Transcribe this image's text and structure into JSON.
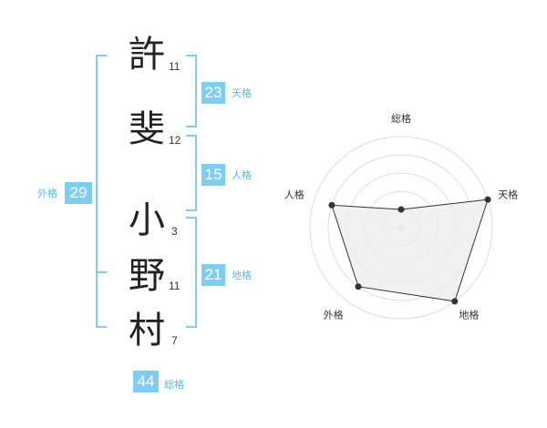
{
  "name": {
    "characters": [
      {
        "char": "許",
        "strokes": "11"
      },
      {
        "char": "斐",
        "strokes": "12"
      },
      {
        "char": "小",
        "strokes": "3"
      },
      {
        "char": "野",
        "strokes": "11"
      },
      {
        "char": "村",
        "strokes": "7"
      }
    ]
  },
  "kaku": {
    "tenkaku": {
      "value": "23",
      "label": "天格"
    },
    "jinkaku": {
      "value": "15",
      "label": "人格"
    },
    "chikaku": {
      "value": "21",
      "label": "地格"
    },
    "gaikaku": {
      "value": "29",
      "label": "外格"
    },
    "soukaku": {
      "value": "44",
      "label": "総格"
    }
  },
  "chart_data": {
    "type": "radar",
    "axes": [
      "総格",
      "天格",
      "地格",
      "外格",
      "人格"
    ],
    "levels": 5,
    "values": [
      1,
      5,
      5,
      4,
      4
    ],
    "max": 5
  },
  "colors": {
    "accent": "#7ecef4",
    "accent_text": "#56b9ec",
    "radar_fill": "#eeeeee",
    "radar_line": "#333333",
    "grid": "#dddddd"
  }
}
